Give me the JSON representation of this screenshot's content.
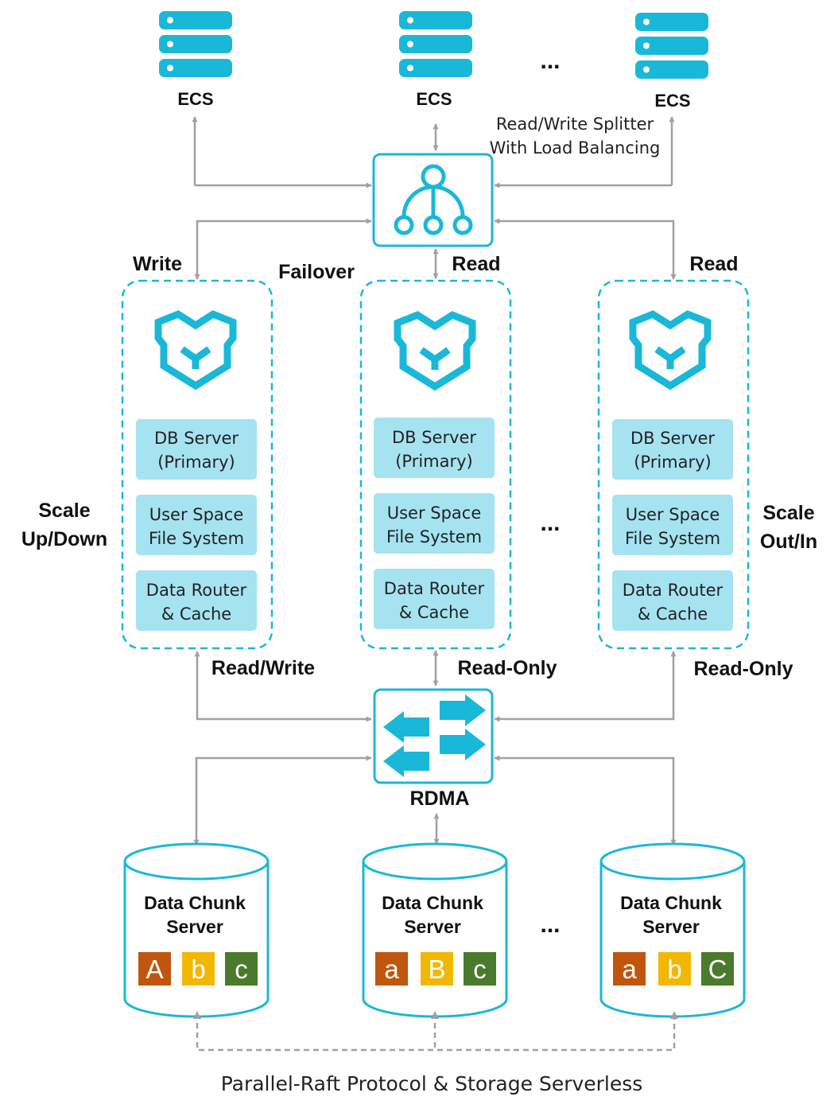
{
  "colors": {
    "accent": "#1ab8d8",
    "node_fill": "#a6e3f1",
    "arrow": "#a0a0a0",
    "chunk_orange": "#c0560e",
    "chunk_yellow": "#f2b705",
    "chunk_green": "#4a7a2c"
  },
  "ecs": [
    {
      "label": "ECS",
      "icon": "server-stack-icon"
    },
    {
      "label": "ECS",
      "icon": "server-stack-icon"
    },
    {
      "label": "ECS",
      "icon": "server-stack-icon"
    }
  ],
  "ellipsis": "...",
  "splitter": {
    "line1": "Read/Write Splitter",
    "line2": "With Load Balancing",
    "icon": "load-balancer-icon"
  },
  "edge_labels": {
    "write": "Write",
    "failover": "Failover",
    "read_center": "Read",
    "read_right": "Read",
    "read_write": "Read/Write",
    "read_only_center": "Read-Only",
    "read_only_right": "Read-Only"
  },
  "scale": {
    "left_line1": "Scale",
    "left_line2": "Up/Down",
    "right_line1": "Scale",
    "right_line2": "Out/In"
  },
  "db_nodes": [
    {
      "icon": "polardb-bear-icon",
      "server": [
        "DB Server",
        "(Primary)"
      ],
      "fs": [
        "User Space",
        "File System"
      ],
      "router": [
        "Data Router",
        "& Cache"
      ]
    },
    {
      "icon": "polardb-bear-icon",
      "server": [
        "DB Server",
        "(Primary)"
      ],
      "fs": [
        "User Space",
        "File System"
      ],
      "router": [
        "Data Router",
        "& Cache"
      ]
    },
    {
      "icon": "polardb-bear-icon",
      "server": [
        "DB Server",
        "(Primary)"
      ],
      "fs": [
        "User Space",
        "File System"
      ],
      "router": [
        "Data Router",
        "& Cache"
      ]
    }
  ],
  "rdma": {
    "label": "RDMA",
    "icon": "rdma-switch-icon"
  },
  "chunk_servers": [
    {
      "line1": "Data Chunk",
      "line2": "Server",
      "chunks": [
        "A",
        "b",
        "c"
      ]
    },
    {
      "line1": "Data Chunk",
      "line2": "Server",
      "chunks": [
        "a",
        "B",
        "c"
      ]
    },
    {
      "line1": "Data Chunk",
      "line2": "Server",
      "chunks": [
        "a",
        "b",
        "C"
      ]
    }
  ],
  "footer": "Parallel-Raft Protocol & Storage Serverless"
}
